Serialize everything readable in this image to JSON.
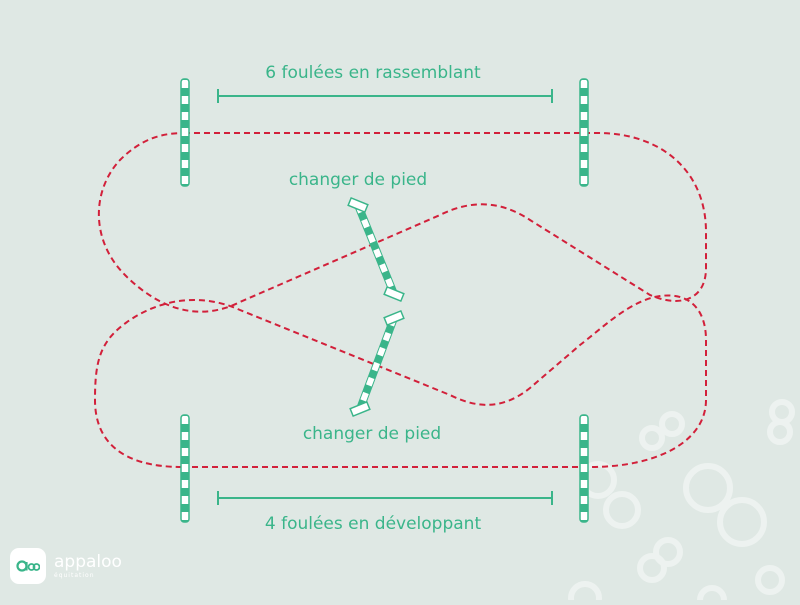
{
  "labels": {
    "top_distance": "6 foulées en rassemblant",
    "bottom_distance": "4 foulées en développant",
    "change_upper": "changer de pied",
    "change_lower": "changer de pied"
  },
  "brand": {
    "name": "appaloo",
    "tagline": "équitation"
  },
  "colors": {
    "background": "#dfe8e4",
    "pole_green": "#3ab58a",
    "path_red": "#d2203a",
    "label_green": "#3ab58a",
    "decor_rings": "#f2f6f4"
  }
}
